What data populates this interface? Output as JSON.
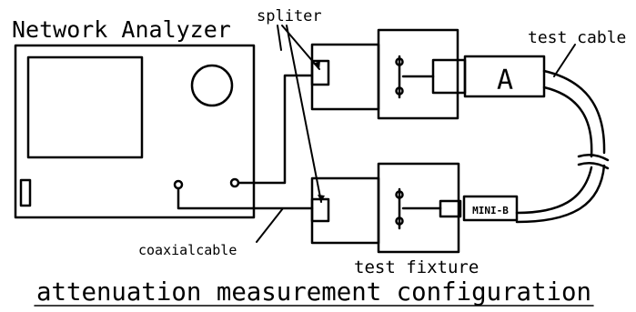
{
  "labels": {
    "network_analyzer": "Network Analyzer",
    "spliter": "spliter",
    "test_cable": "test cable",
    "coaxial_cable": "coaxialcable",
    "test_fixture": "test fixture",
    "connector_a": "A",
    "connector_minib": "MINI-B",
    "caption": "attenuation measurement configuration"
  },
  "colors": {
    "line": "#000000",
    "background": "#ffffff"
  }
}
